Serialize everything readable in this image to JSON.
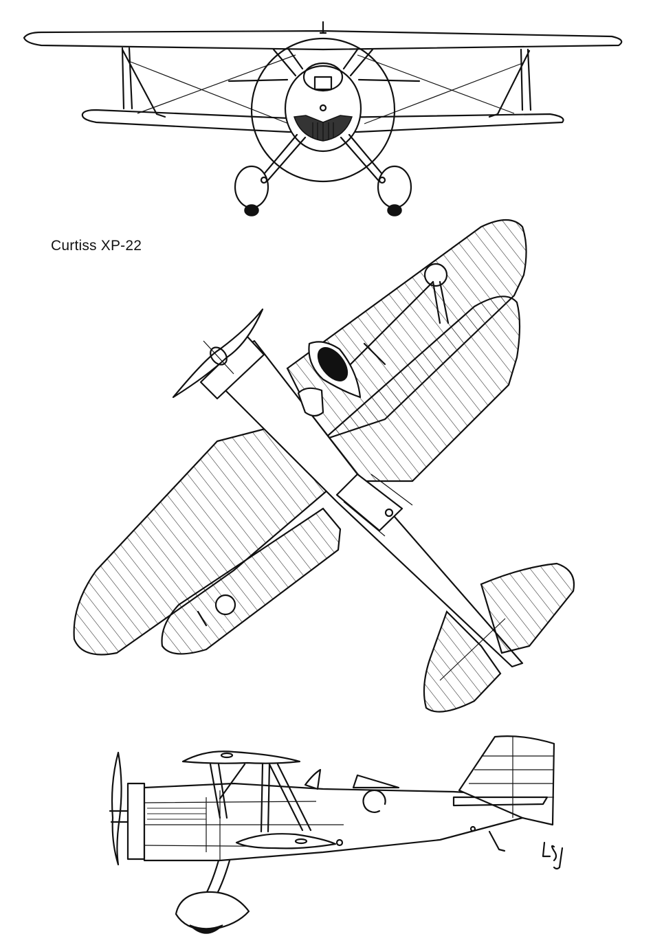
{
  "caption": "Curtiss XP-22",
  "signature": "LS",
  "colors": {
    "ink": "#111111",
    "paper": "#ffffff"
  },
  "views": [
    "front-view",
    "plan-view",
    "side-view"
  ]
}
